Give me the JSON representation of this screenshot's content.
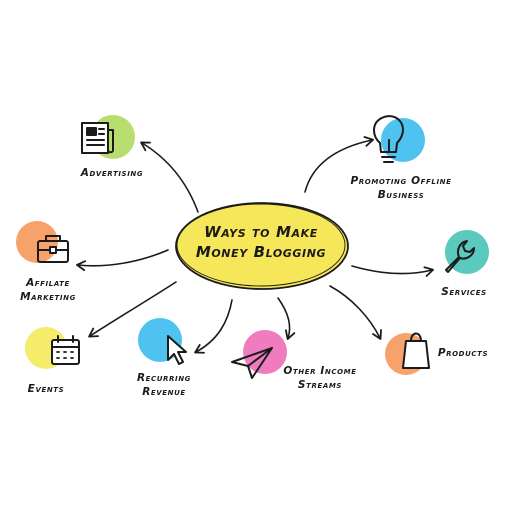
{
  "center": {
    "line1": "Ways to Make",
    "line2": "Money Blogging"
  },
  "nodes": {
    "advertising": {
      "line1": "Advertising",
      "color": "#b8de6f",
      "icon": "newspaper-icon"
    },
    "promoting": {
      "line1": "Promoting Offline",
      "line2": "Business",
      "color": "#4fc3ef",
      "icon": "lightbulb-icon"
    },
    "affiliate": {
      "line1": "Affilate",
      "line2": "Marketing",
      "color": "#f7a26a",
      "icon": "briefcase-icon"
    },
    "services": {
      "line1": "Services",
      "color": "#5cc9bf",
      "icon": "wrench-icon"
    },
    "events": {
      "line1": "Events",
      "color": "#f4ec6a",
      "icon": "calendar-icon"
    },
    "recurring": {
      "line1": "Recurring",
      "line2": "Revenue",
      "color": "#4fc3ef",
      "icon": "cursor-icon"
    },
    "other": {
      "line1": "Other Income",
      "line2": "Streams",
      "color": "#f07cc0",
      "icon": "paper-plane-icon"
    },
    "products": {
      "line1": "Products",
      "color": "#f7a26a",
      "icon": "shopping-bag-icon"
    }
  },
  "colors": {
    "ellipse": "#f5e65a",
    "stroke": "#1b1b1b"
  }
}
